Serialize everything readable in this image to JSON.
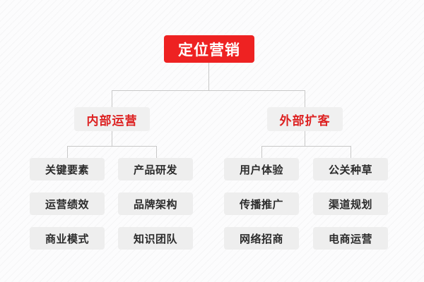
{
  "diagram": {
    "type": "organization-tree",
    "colors": {
      "root_background": "#ee2222",
      "root_text": "#ffffff",
      "branch_background": "#f0f0f0",
      "branch_text": "#dd2222",
      "leaf_background": "#eeeeee",
      "leaf_text": "#2b2b2b",
      "connector_line": "#c8c8c8",
      "page_background": "#fcfcfd"
    },
    "root": {
      "label": "定位营销"
    },
    "branches": [
      {
        "label": "内部运营",
        "leaves": [
          {
            "label": "关键要素"
          },
          {
            "label": "产品研发"
          },
          {
            "label": "运营绩效"
          },
          {
            "label": "品牌架构"
          },
          {
            "label": "商业模式"
          },
          {
            "label": "知识团队"
          }
        ]
      },
      {
        "label": "外部扩客",
        "leaves": [
          {
            "label": "用户体验"
          },
          {
            "label": "公关种草"
          },
          {
            "label": "传播推广"
          },
          {
            "label": "渠道规划"
          },
          {
            "label": "网络招商"
          },
          {
            "label": "电商运营"
          }
        ]
      }
    ]
  }
}
